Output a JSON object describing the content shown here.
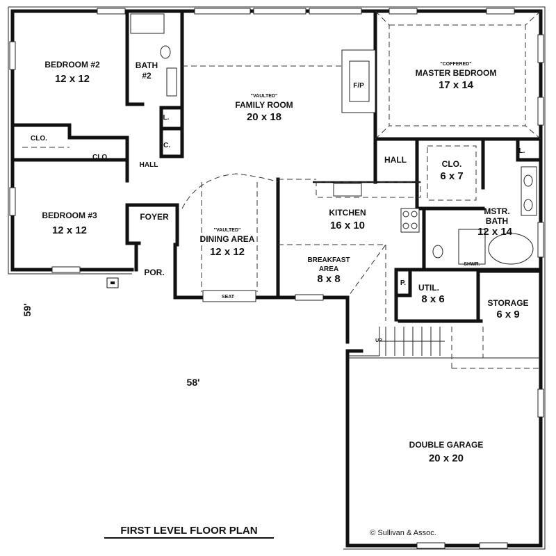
{
  "rooms": {
    "bedroom2": {
      "name": "BEDROOM #2",
      "dim": "12 x 12"
    },
    "bath2": {
      "name1": "BATH",
      "name2": "#2"
    },
    "family": {
      "note": "\"VAULTED\"",
      "name": "FAMILY ROOM",
      "dim": "20 x 18"
    },
    "fireplace": {
      "label": "F/P"
    },
    "master": {
      "note": "\"COFFERED\"",
      "name": "MASTER BEDROOM",
      "dim": "17 x 14"
    },
    "clo_left": {
      "label": "CLO."
    },
    "clo_mid": {
      "label": "CLO."
    },
    "linen": {
      "label": "L."
    },
    "coat": {
      "label": "C."
    },
    "hall_left": {
      "label": "HALL"
    },
    "hall_right": {
      "label": "HALL"
    },
    "clo_master": {
      "name": "CLO.",
      "dim": "6 x 7"
    },
    "linen_right": {
      "label": "L."
    },
    "bedroom3": {
      "name": "BEDROOM #3",
      "dim": "12 x 12"
    },
    "foyer": {
      "label": "FOYER"
    },
    "dining": {
      "note": "\"VAULTED\"",
      "name": "DINING AREA",
      "dim": "12 x 12"
    },
    "kitchen": {
      "name": "KITCHEN",
      "dim": "16 x 10"
    },
    "mstr_bath": {
      "name1": "MSTR.",
      "name2": "BATH",
      "dim": "12 x 14"
    },
    "shower": {
      "label": "SHWR."
    },
    "breakfast": {
      "name1": "BREAKFAST",
      "name2": "AREA",
      "dim": "8 x 8"
    },
    "pantry": {
      "label": "P."
    },
    "util": {
      "name": "UTIL.",
      "dim": "8 x 6"
    },
    "storage": {
      "name": "STORAGE",
      "dim": "6 x 9"
    },
    "porch": {
      "label": "POR."
    },
    "seat": {
      "label": "SEAT"
    },
    "stairs": {
      "label": "UP"
    },
    "garage": {
      "name": "DOUBLE GARAGE",
      "dim": "20 x 20"
    }
  },
  "dimensions": {
    "width": "58'",
    "depth": "59'"
  },
  "title": "FIRST LEVEL FLOOR PLAN",
  "credit": "© Sullivan & Assoc."
}
